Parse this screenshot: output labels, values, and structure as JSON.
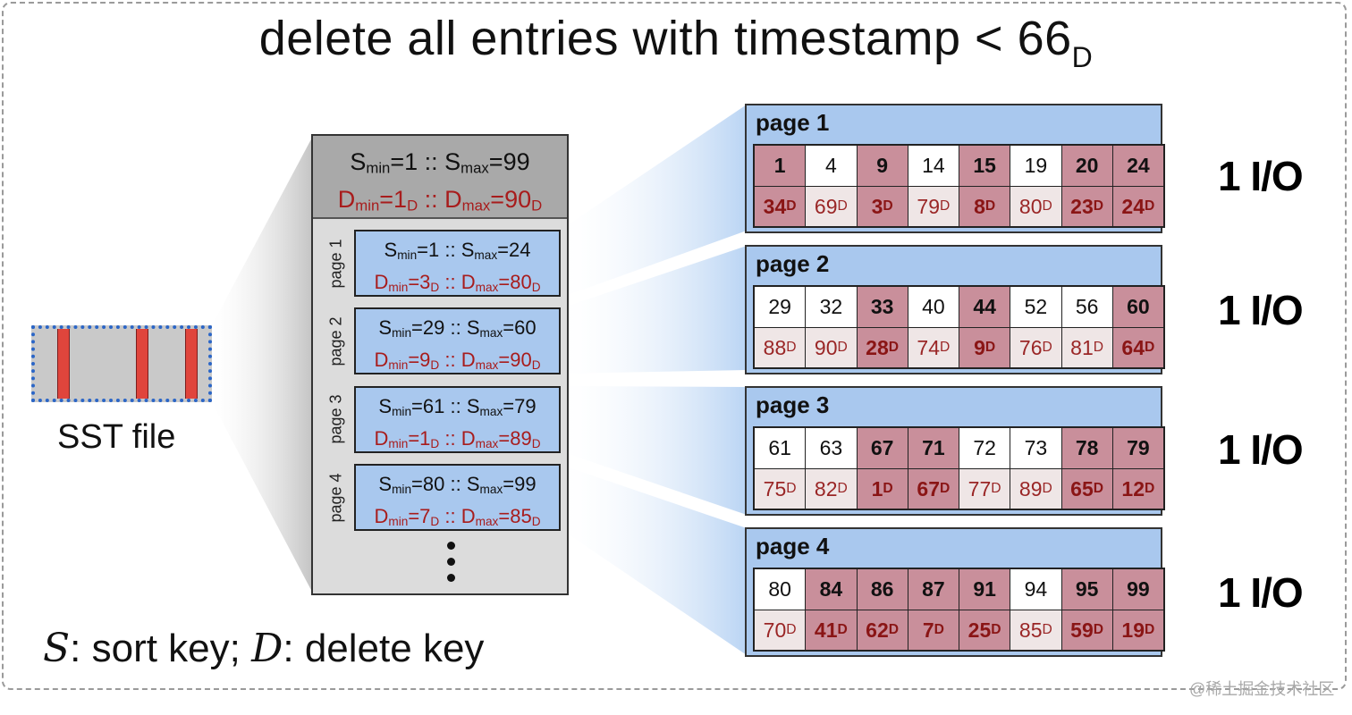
{
  "title": {
    "text": "delete all entries with timestamp < 66",
    "sub": "D"
  },
  "sst_file": {
    "label": "SST file"
  },
  "sst_header": {
    "s_line": {
      "smin_label": "S",
      "smin_sub": "min",
      "smin_val": "=1 :: ",
      "smax_label": "S",
      "smax_sub": "max",
      "smax_val": "=99"
    },
    "d_line": {
      "dmin_label": "D",
      "dmin_sub": "min",
      "dmin_val": "=1",
      "dmin_unit": "D",
      "sep": " :: ",
      "dmax_label": "D",
      "dmax_sub": "max",
      "dmax_val": "=90",
      "dmax_unit": "D"
    }
  },
  "page_entries": [
    {
      "tag": "page 1",
      "smin": "=1 :: ",
      "smax": "=24",
      "dmin": "=3",
      "dmax": "=80"
    },
    {
      "tag": "page 2",
      "smin": "=29 :: ",
      "smax": "=60",
      "dmin": "=9",
      "dmax": "=90"
    },
    {
      "tag": "page 3",
      "smin": "=61 :: ",
      "smax": "=79",
      "dmin": "=1",
      "dmax": "=89"
    },
    {
      "tag": "page 4",
      "smin": "=80 :: ",
      "smax": "=99",
      "dmin": "=7",
      "dmax": "=85"
    }
  ],
  "labels": {
    "S": "S",
    "D": "D",
    "min": "min",
    "max": "max",
    "sep": " :: ",
    "unit": "D"
  },
  "pages": [
    {
      "title": "page 1",
      "sort": [
        "1",
        "4",
        "9",
        "14",
        "15",
        "19",
        "20",
        "24"
      ],
      "del": [
        "34",
        "69",
        "3",
        "79",
        "8",
        "80",
        "23",
        "24"
      ],
      "hit": [
        true,
        false,
        true,
        false,
        true,
        false,
        true,
        true
      ]
    },
    {
      "title": "page 2",
      "sort": [
        "29",
        "32",
        "33",
        "40",
        "44",
        "52",
        "56",
        "60"
      ],
      "del": [
        "88",
        "90",
        "28",
        "74",
        "9",
        "76",
        "81",
        "64"
      ],
      "hit": [
        false,
        false,
        true,
        false,
        true,
        false,
        false,
        true
      ]
    },
    {
      "title": "page 3",
      "sort": [
        "61",
        "63",
        "67",
        "71",
        "72",
        "73",
        "78",
        "79"
      ],
      "del": [
        "75",
        "82",
        "1",
        "67",
        "77",
        "89",
        "65",
        "12"
      ],
      "hit": [
        false,
        false,
        true,
        true,
        false,
        false,
        true,
        true
      ]
    },
    {
      "title": "page 4",
      "sort": [
        "80",
        "84",
        "86",
        "87",
        "91",
        "94",
        "95",
        "99"
      ],
      "del": [
        "70",
        "41",
        "62",
        "7",
        "25",
        "85",
        "59",
        "19"
      ],
      "hit": [
        false,
        true,
        true,
        true,
        true,
        false,
        true,
        true
      ]
    }
  ],
  "io_labels": [
    "1 I/O",
    "1 I/O",
    "1 I/O",
    "1 I/O"
  ],
  "legend": {
    "s_symbol": "S",
    "s_text": ": sort key; ",
    "d_symbol": "D",
    "d_text": ": delete key"
  },
  "watermark": "@稀土掘金技术社区",
  "colors": {
    "page_fill": "#a9c8ee",
    "hit_fill": "#c98f9b",
    "delete_key_red": "#a81c1c",
    "stripe_red": "#e0453c",
    "sst_border_blue": "#2b66c7"
  }
}
